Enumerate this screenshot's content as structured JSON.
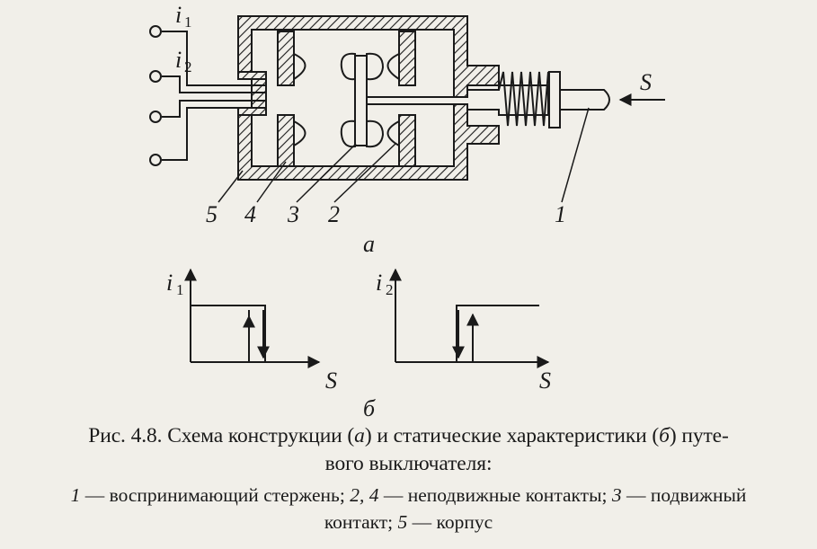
{
  "figure": {
    "labels": {
      "current_1": "i",
      "current_1_index": "1",
      "current_2": "i",
      "current_2_index": "2",
      "force": "S",
      "part_1": "1",
      "part_2": "2",
      "part_3": "3",
      "part_4": "4",
      "part_5": "5",
      "subfig_a": "а",
      "subfig_b": "б"
    },
    "graph1": {
      "ylabel": "i",
      "ylabel_index": "1",
      "xlabel": "S"
    },
    "graph2": {
      "ylabel": "i",
      "ylabel_index": "2",
      "xlabel": "S"
    }
  },
  "caption": {
    "line1_pre": "Рис. 4.8. Схема конструкции (",
    "line1_a": "а",
    "line1_mid": ") и статические характеристики (",
    "line1_b": "б",
    "line1_post": ") путе-",
    "line2": "вого выключателя:"
  },
  "legend": {
    "n1": "1",
    "t1": " — воспринимающий стержень; ",
    "n24": "2, 4",
    "t24": " — неподвижные контакты; ",
    "n3": "3",
    "t3": " — подвижный",
    "t3b": "контакт; ",
    "n5": "5",
    "t5": " — корпус"
  },
  "colors": {
    "ink": "#1a1a1a",
    "paper": "#f1efe9"
  }
}
